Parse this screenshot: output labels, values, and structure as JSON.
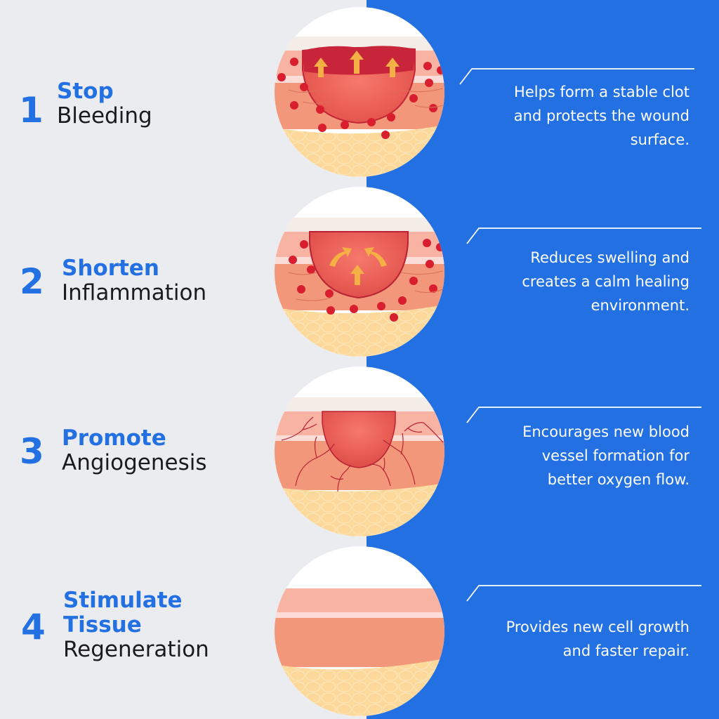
{
  "colors": {
    "accent_blue": "#2370e3",
    "left_bg": "#eaecf0",
    "heading_dark": "#1b1b1b",
    "desc_text": "#ffffff"
  },
  "steps": [
    {
      "number": "1",
      "title_highlight": "Stop",
      "title_rest": "Bleeding",
      "description_lines": [
        "Helps form a stable clot",
        "and protects the wound",
        "surface."
      ],
      "illustration": "wound-bleeding-icon"
    },
    {
      "number": "2",
      "title_highlight": "Shorten",
      "title_rest": "Inflammation",
      "description_lines": [
        "Reduces swelling and",
        "creates a calm healing",
        "environment."
      ],
      "illustration": "wound-inflammation-icon"
    },
    {
      "number": "3",
      "title_highlight": "Promote",
      "title_rest": "Angiogenesis",
      "description_lines": [
        "Encourages new blood",
        "vessel formation for",
        "better oxygen flow."
      ],
      "illustration": "wound-angiogenesis-icon"
    },
    {
      "number": "4",
      "title_highlight": "Stimulate Tissue",
      "title_highlight_lines": [
        "Stimulate",
        "Tissue"
      ],
      "title_rest": "Regeneration",
      "description_lines": [
        "Provides new cell growth",
        "and faster repair."
      ],
      "illustration": "healed-skin-icon"
    }
  ]
}
